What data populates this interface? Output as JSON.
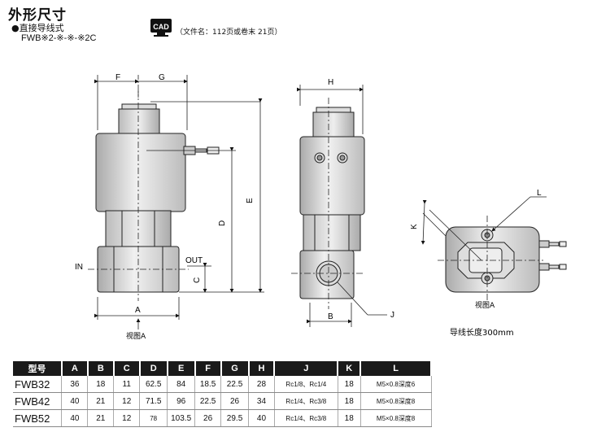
{
  "title": "外形尺寸",
  "subtitle": "●直接导线式",
  "model_code": "FWB※2-※-※-※2C",
  "cad_icon": "CAD",
  "cad_note": "（文件名：112页或卷末 21页）",
  "drawing": {
    "labels": {
      "F": "F",
      "G": "G",
      "H": "H",
      "D": "D",
      "E": "E",
      "C": "C",
      "A": "A",
      "B": "B",
      "J": "J",
      "K": "K",
      "L": "L",
      "in": "IN",
      "out": "OUT"
    },
    "view_a_bottom": "视图A",
    "view_a_side": "视图A",
    "wire_length_note": "导线长度300mm"
  },
  "table": {
    "headers": [
      "型号",
      "A",
      "B",
      "C",
      "D",
      "E",
      "F",
      "G",
      "H",
      "J",
      "K",
      "L"
    ],
    "rows": [
      [
        "FWB32",
        "36",
        "18",
        "11",
        "62.5",
        "84",
        "18.5",
        "22.5",
        "28",
        "Rc1/8、Rc1/4",
        "18",
        "M5×0.8深度6"
      ],
      [
        "FWB42",
        "40",
        "21",
        "12",
        "71.5",
        "96",
        "22.5",
        "26",
        "34",
        "Rc1/4、Rc3/8",
        "18",
        "M5×0.8深度8"
      ],
      [
        "FWB52",
        "40",
        "21",
        "12",
        "78",
        "103.5",
        "26",
        "29.5",
        "40",
        "Rc1/4、Rc3/8",
        "18",
        "M5×0.8深度8"
      ]
    ]
  }
}
